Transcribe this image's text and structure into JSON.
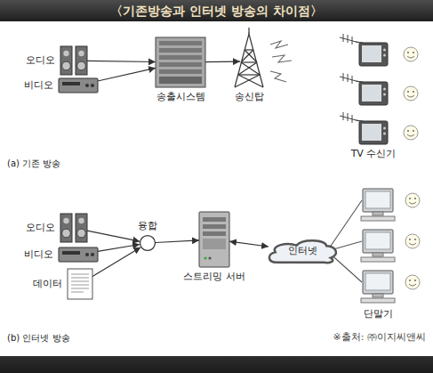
{
  "diagram": {
    "title": "〈기존방송과 인터넷 방송의 차이점〉",
    "nodes": [
      {
        "text": [
          "오디오"
        ]
      },
      {
        "text": [
          "비디오"
        ]
      },
      {
        "text": [
          "송출시스템"
        ]
      },
      {
        "text": [
          "송신탑"
        ]
      },
      {
        "text": [
          "오디오"
        ]
      },
      {
        "text": [
          "비디오"
        ]
      },
      {
        "text": [
          "데이터"
        ]
      },
      {
        "text": [
          "융합"
        ]
      },
      {
        "text": [
          "스트리밍 서버"
        ]
      },
      {
        "text": [
          "인터넷"
        ]
      }
    ],
    "edges": [
      {
        "from": 0,
        "to": 2,
        "arrow": "to"
      },
      {
        "from": 1,
        "to": 2,
        "arrow": "to"
      },
      {
        "from": 2,
        "to": 3,
        "arrow": "to"
      },
      {
        "from": 4,
        "to": 7,
        "arrow": "to"
      },
      {
        "from": 5,
        "to": 7,
        "arrow": "to"
      },
      {
        "from": 6,
        "to": 7,
        "arrow": "to"
      },
      {
        "from": 7,
        "to": 8,
        "arrow": "to"
      },
      {
        "from": 8,
        "to": 9,
        "arrow": "both"
      }
    ],
    "labels": [
      "TV 수신기",
      "(a) 기존 방송",
      "단말기",
      "(b) 인터넷 방송",
      "※출처: ㈜이지씨앤씨"
    ]
  }
}
